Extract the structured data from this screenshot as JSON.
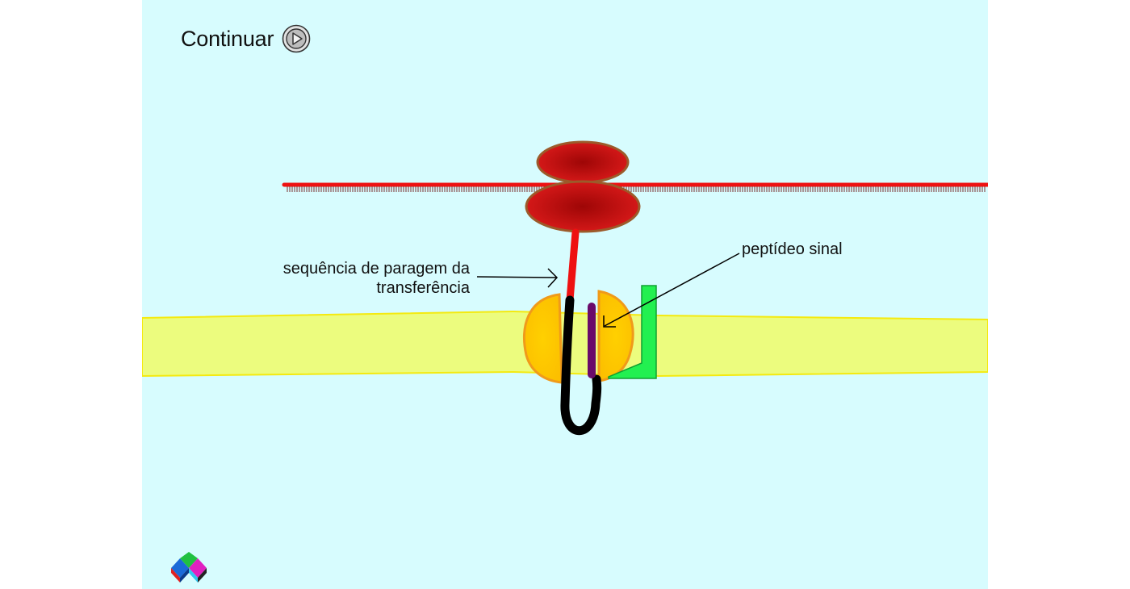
{
  "controls": {
    "continue_label": "Continuar",
    "continue_icon": "play-circle-icon"
  },
  "labels": {
    "stop_transfer_line1": "sequência de paragem da",
    "stop_transfer_line2": "transferência",
    "signal_peptide": "peptídeo sinal"
  },
  "colors": {
    "background": "#d7fcfe",
    "membrane": "#ecfc7e",
    "membrane_edge": "#f4f01a",
    "mrna": "#ee1111",
    "ribosome": "#c00c0c",
    "ribosome_edge": "#9c5a2a",
    "translocon": "#fcc500",
    "translocon_edge": "#f09a1a",
    "polypeptide_exposed": "#ee1111",
    "polypeptide_inserted": "#000000",
    "signal_peptide": "#6a0a6a",
    "signal_peptidase": "#22f050"
  },
  "logo": {
    "icon": "logo-icon"
  }
}
